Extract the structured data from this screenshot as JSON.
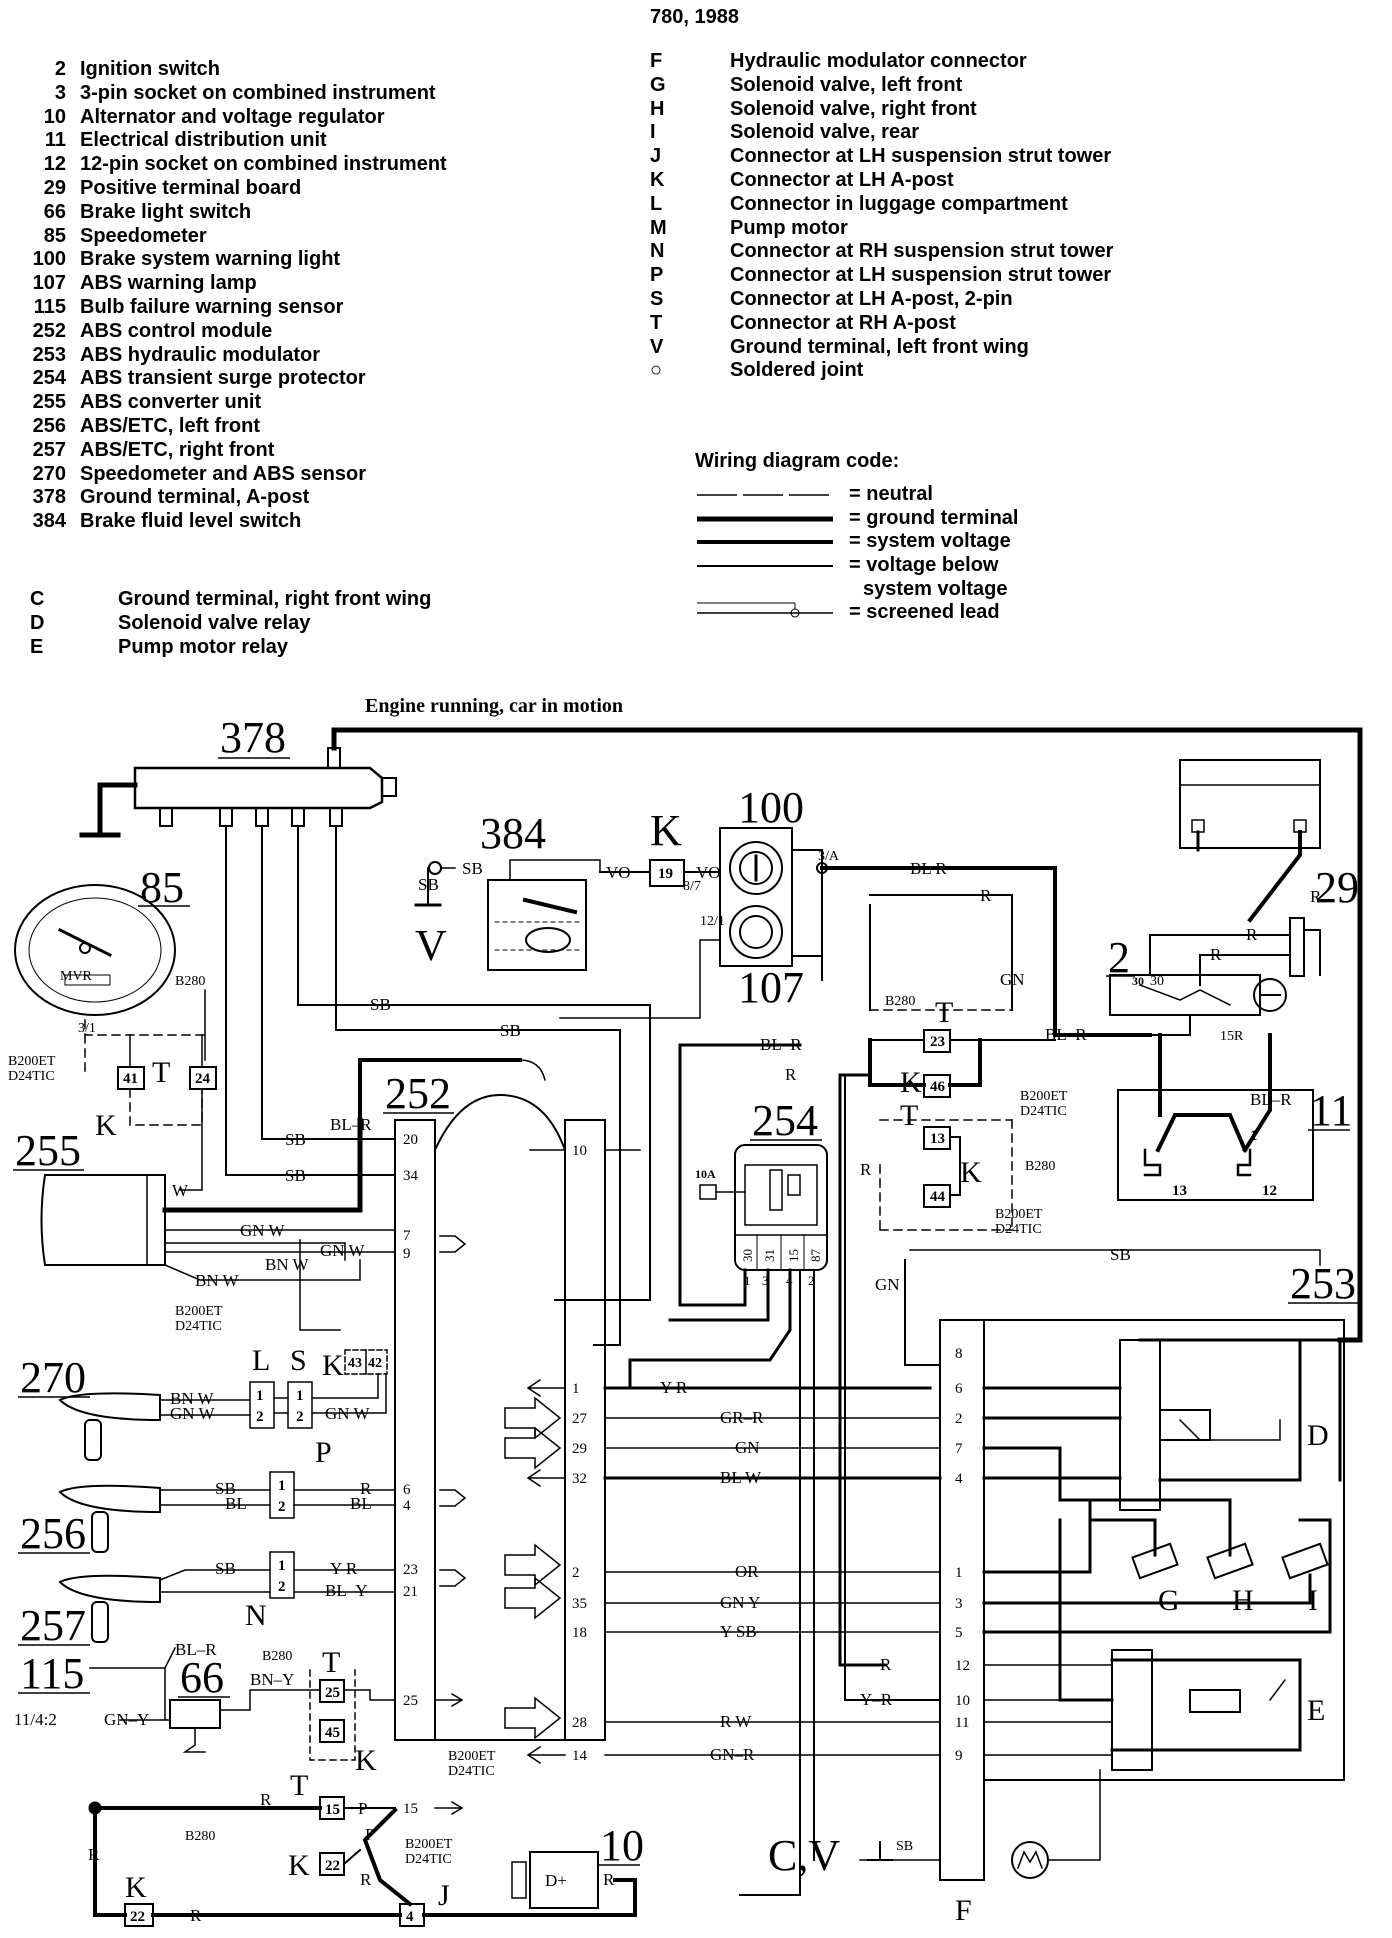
{
  "header": "780, 1988",
  "legend_numbers": [
    {
      "code": "2",
      "label": "Ignition switch"
    },
    {
      "code": "3",
      "label": "3-pin socket on combined instrument"
    },
    {
      "code": "10",
      "label": "Alternator and voltage regulator"
    },
    {
      "code": "11",
      "label": "Electrical distribution unit"
    },
    {
      "code": "12",
      "label": "12-pin socket on combined instrument"
    },
    {
      "code": "29",
      "label": "Positive terminal board"
    },
    {
      "code": "66",
      "label": "Brake light switch"
    },
    {
      "code": "85",
      "label": "Speedometer"
    },
    {
      "code": "100",
      "label": "Brake system warning light"
    },
    {
      "code": "107",
      "label": "ABS warning lamp"
    },
    {
      "code": "115",
      "label": "Bulb failure warning sensor"
    },
    {
      "code": "252",
      "label": "ABS control module"
    },
    {
      "code": "253",
      "label": "ABS hydraulic modulator"
    },
    {
      "code": "254",
      "label": "ABS transient surge protector"
    },
    {
      "code": "255",
      "label": "ABS converter unit"
    },
    {
      "code": "256",
      "label": "ABS/ETC, left front"
    },
    {
      "code": "257",
      "label": "ABS/ETC, right front"
    },
    {
      "code": "270",
      "label": "Speedometer and ABS sensor"
    },
    {
      "code": "378",
      "label": "Ground terminal, A-post"
    },
    {
      "code": "384",
      "label": "Brake fluid level switch"
    }
  ],
  "legend_abc": [
    {
      "code": "C",
      "label": "Ground terminal, right front wing"
    },
    {
      "code": "D",
      "label": "Solenoid valve relay"
    },
    {
      "code": "E",
      "label": "Pump motor relay"
    }
  ],
  "legend_letters": [
    {
      "code": "F",
      "label": "Hydraulic modulator connector"
    },
    {
      "code": "G",
      "label": "Solenoid valve, left front"
    },
    {
      "code": "H",
      "label": "Solenoid valve, right front"
    },
    {
      "code": "I",
      "label": "Solenoid valve, rear"
    },
    {
      "code": "J",
      "label": "Connector at LH suspension strut tower"
    },
    {
      "code": "K",
      "label": "Connector at LH A-post"
    },
    {
      "code": "L",
      "label": "Connector in luggage compartment"
    },
    {
      "code": "M",
      "label": "Pump motor"
    },
    {
      "code": "N",
      "label": "Connector at RH suspension strut tower"
    },
    {
      "code": "P",
      "label": "Connector at LH suspension strut tower"
    },
    {
      "code": "S",
      "label": "Connector at LH A-post, 2-pin"
    },
    {
      "code": "T",
      "label": "Connector at RH A-post"
    },
    {
      "code": "V",
      "label": "Ground terminal, left front wing"
    },
    {
      "code": "○",
      "label": "Soldered joint"
    }
  ],
  "wiring_code": {
    "title": "Wiring diagram code:",
    "items": [
      "= neutral",
      "= ground terminal",
      "= system voltage",
      "= voltage below",
      "system voltage",
      "= screened lead"
    ]
  },
  "diagram": {
    "caption": "Engine running, car in motion",
    "components": {
      "c378": "378",
      "c384": "384",
      "c100": "100",
      "c107": "107",
      "c85": "85",
      "c255": "255",
      "c252": "252",
      "c254": "254",
      "c253": "253",
      "c29": "29",
      "c2": "2",
      "c11": "11",
      "c270": "270",
      "c256": "256",
      "c257": "257",
      "c115": "115",
      "c66": "66",
      "c10": "10"
    },
    "letters": {
      "K": "K",
      "T": "T",
      "V": "V",
      "L": "L",
      "S": "S",
      "P": "P",
      "N": "N",
      "D": "D",
      "E": "E",
      "F": "F",
      "G": "G",
      "H": "H",
      "I": "I",
      "J": "J",
      "CV": "C,V"
    },
    "wire_labels": {
      "sb": "SB",
      "vo": "VO",
      "blr": "BL  R",
      "r": "R",
      "gn": "GN",
      "blr2": "BL–R",
      "w": "W",
      "gnw": "GN  W",
      "bnw": "BN  W",
      "yr": "Y  R",
      "grr": "GR–R",
      "blw": "BL  W",
      "or": "OR",
      "gny": "GN  Y",
      "ysb": "Y  SB",
      "yr2": "Y–R",
      "rw": "R  W",
      "gnr": "GN–R",
      "bl": "BL",
      "bly": "BL–Y",
      "bny": "BN–Y",
      "gny2": "GN–Y",
      "p": "P",
      "d_plus": "D+",
      "ref_114": "11/4:2",
      "ref_15r": "15R",
      "ref_3a": "3/A",
      "ref_87": "8/7",
      "ref_121": "12/1",
      "ref_31": "3/1"
    },
    "variants": {
      "b280": "B280",
      "b200et": "B200ET",
      "d24tic": "D24TIC"
    },
    "pins_252_left": [
      "20",
      "34",
      "7",
      "9",
      "6",
      "4",
      "23",
      "21",
      "25",
      "15"
    ],
    "pins_252_right": [
      "10",
      "1",
      "27",
      "29",
      "32",
      "2",
      "35",
      "18",
      "28",
      "14"
    ],
    "pins_253": [
      "8",
      "6",
      "2",
      "7",
      "4",
      "1",
      "3",
      "5",
      "12",
      "10",
      "11",
      "9"
    ],
    "pins_254": [
      "30",
      "31",
      "15",
      "87",
      "1",
      "3",
      "4",
      "2"
    ],
    "connectors": {
      "k19": "19",
      "t23": "23",
      "k46": "46",
      "t13": "13",
      "k44": "44",
      "k41": "41",
      "t24": "24",
      "k43": "43",
      "k42": "42",
      "t25": "25",
      "k45": "45",
      "t15": "15",
      "k22": "22",
      "k22b": "22",
      "j4": "4",
      "s1": "1",
      "s2": "2",
      "p1": "1",
      "p2": "2",
      "n1": "1",
      "n2": "2",
      "c11_13": "13",
      "c11_12": "12",
      "c11_1": "1",
      "fuse10a": "10A",
      "pin30": "30",
      "sw30": "30",
      "mvr": "MVR"
    }
  }
}
